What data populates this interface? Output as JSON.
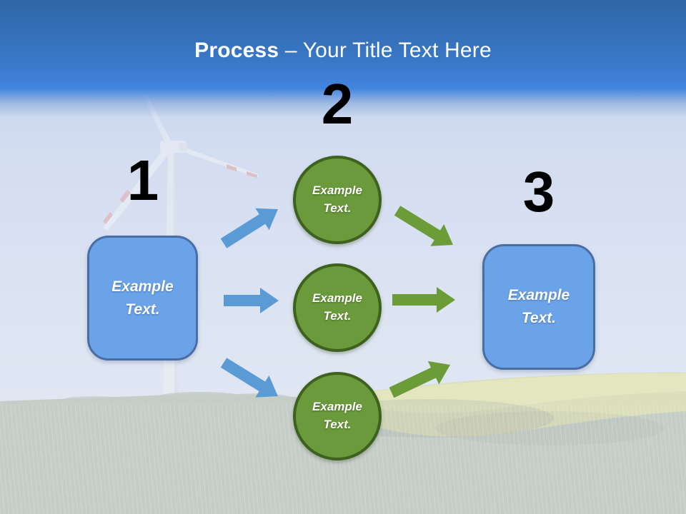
{
  "title": {
    "bold": "Process",
    "rest": " – Your Title Text Here"
  },
  "diagram": {
    "step_numbers": [
      "1",
      "2",
      "3"
    ],
    "source_box": {
      "line1": "Example",
      "line2": "Text."
    },
    "circles": [
      {
        "line1": "Example",
        "line2": "Text."
      },
      {
        "line1": "Example",
        "line2": "Text."
      },
      {
        "line1": "Example",
        "line2": "Text."
      }
    ],
    "target_box": {
      "line1": "Example",
      "line2": "Text."
    }
  },
  "colors": {
    "header_gradient_top": "#2e66a6",
    "header_gradient_bottom": "#4285e0",
    "title_text": "#ffffff",
    "number_text": "#000000",
    "box_fill": "#6ba3e8",
    "box_border": "#4a6da4",
    "circle_fill": "#6a9a3b",
    "circle_border": "#3f611e",
    "blue_arrow": "#5b9bd5",
    "green_arrow": "#6b9c38"
  }
}
